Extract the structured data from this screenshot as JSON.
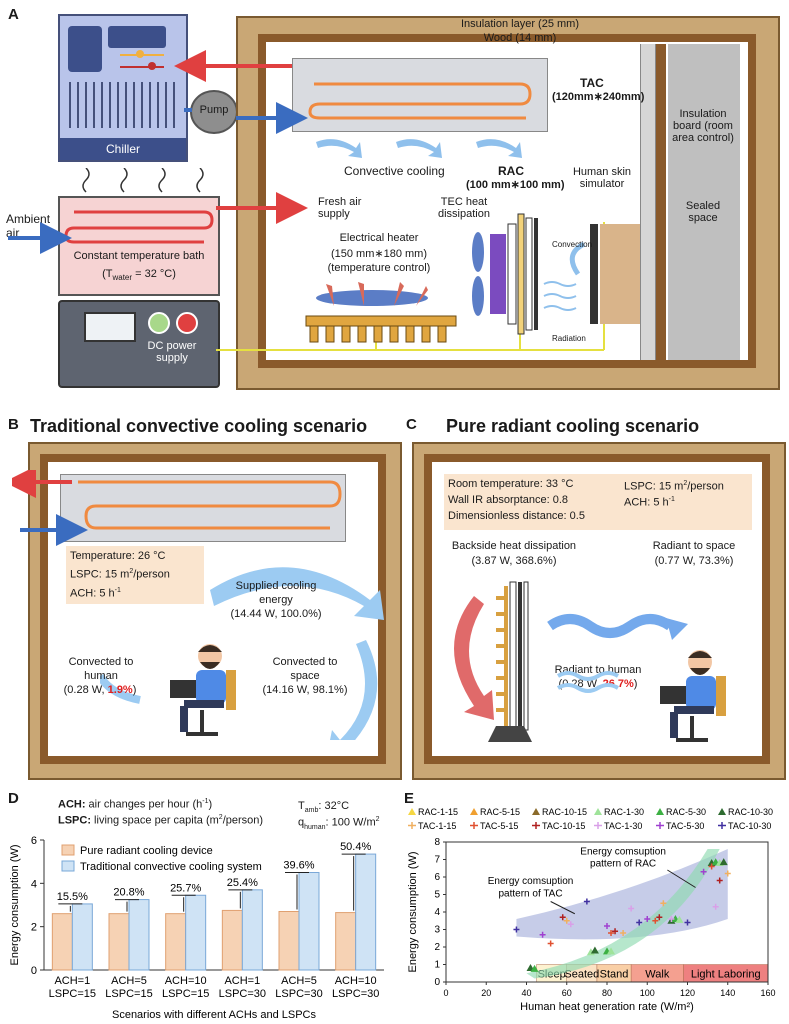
{
  "panel_a": {
    "label": "A",
    "insulation_layer": "Insulation layer (25 mm)",
    "wood": "Wood (14 mm)",
    "chiller": "Chiller",
    "pump": "Pump",
    "tac_name": "TAC",
    "tac_size": "(120mm∗240mm)",
    "convective_cooling": "Convective cooling",
    "rac_name": "RAC",
    "rac_size": "(100 mm∗100 mm)",
    "insulation_board": "Insulation board (room area control)",
    "sealed_space": "Sealed space",
    "ambient_air": "Ambient air",
    "fresh_air": "Fresh air supply",
    "bath": "Constant temperature bath",
    "bath_temp_prefix": "(T",
    "bath_temp_sub": "water",
    "bath_temp_suffix": " = 32 °C)",
    "tec": "TEC heat dissipation",
    "skin_simulator": "Human skin simulator",
    "heater": "Electrical heater",
    "heater_size": "(150 mm∗180 mm)",
    "heater_control": "(temperature control)",
    "convection": "Convection",
    "radiation": "Radiation",
    "dc_power": "DC power supply"
  },
  "panel_b": {
    "label": "B",
    "title": "Traditional convective cooling scenario",
    "temperature": "Temperature: 26 °C",
    "lspc_prefix": "LSPC: 15 m",
    "lspc_suffix": "/person",
    "ach_prefix": "ACH: 5 h",
    "supplied_1": "Supplied cooling",
    "supplied_2": "energy",
    "supplied_val": "(14.44 W, 100.0%)",
    "conv_space_1": "Convected to",
    "conv_space_2": "space",
    "conv_space_val": "(14.16 W, 98.1%)",
    "conv_human_1": "Convected to",
    "conv_human_2": "human",
    "conv_human_val_a": "(0.28 W, ",
    "conv_human_val_b": "1.9%",
    "conv_human_val_c": ")"
  },
  "panel_c": {
    "label": "C",
    "title": "Pure radiant cooling scenario",
    "room_temp": "Room temperature: 33 °C",
    "wall_ir": "Wall IR absorptance: 0.8",
    "distance": "Dimensionless distance: 0.5",
    "lspc_prefix": "LSPC: 15 m",
    "lspc_suffix": "/person",
    "ach_prefix": "ACH: 5 h",
    "backside_1": "Backside heat dissipation",
    "backside_val": "(3.87 W, 368.6%)",
    "rad_space_1": "Radiant to space",
    "rad_space_val": "(0.77 W, 73.3%)",
    "rad_human_1": "Radiant to human",
    "rad_human_val_a": "(0.28 W, ",
    "rad_human_val_b": "26.7%",
    "rad_human_val_c": ")"
  },
  "panel_d": {
    "label": "D",
    "ach_def_key": "ACH:",
    "ach_def": " air changes per hour (h",
    "ach_def_end": ")",
    "lspc_def_key": "LSPC:",
    "lspc_def": " living space per capita (m",
    "lspc_def_end": "/person)",
    "tamb_prefix": "T",
    "tamb_sub": "amb",
    "tamb_val": ":  32°C",
    "qhuman_prefix": "q",
    "qhuman_sub": "human",
    "qhuman_val": ": 100 W/m"
  },
  "panel_e": {
    "label": "E",
    "rac_pattern_1": "Energy comsuption",
    "rac_pattern_2": "pattern of RAC",
    "tac_pattern_1": "Energy comsuption",
    "tac_pattern_2": "pattern of TAC",
    "activities": [
      "Sleep",
      "Seated",
      "Stand",
      "Walk",
      "Light Laboring"
    ]
  },
  "chart_data": [
    {
      "type": "bar",
      "categories": [
        "ACH=1 LSPC=15",
        "ACH=5 LSPC=15",
        "ACH=10 LSPC=15",
        "ACH=1 LSPC=30",
        "ACH=5 LSPC=30",
        "ACH=10 LSPC=30"
      ],
      "category_lines": [
        [
          "ACH=1",
          "LSPC=15"
        ],
        [
          "ACH=5",
          "LSPC=15"
        ],
        [
          "ACH=10",
          "LSPC=15"
        ],
        [
          "ACH=1",
          "LSPC=30"
        ],
        [
          "ACH=5",
          "LSPC=30"
        ],
        [
          "ACH=10",
          "LSPC=30"
        ]
      ],
      "series": [
        {
          "name": "Pure radiant cooling device",
          "values": [
            2.6,
            2.6,
            2.6,
            2.75,
            2.7,
            2.65
          ],
          "color": "#f6d2b4"
        },
        {
          "name": "Traditional convective cooling system",
          "values": [
            3.05,
            3.25,
            3.45,
            3.7,
            4.5,
            5.35
          ],
          "color": "#cfe3f5"
        }
      ],
      "annotations": [
        "15.5%",
        "20.8%",
        "25.7%",
        "25.4%",
        "39.6%",
        "50.4%"
      ],
      "xlabel": "Scenarios with different ACHs and LSPCs",
      "ylabel": "Energy consumption (W)",
      "ylim": [
        0,
        6
      ],
      "yticks": [
        "0",
        "2",
        "4",
        "6"
      ]
    },
    {
      "type": "scatter",
      "xlabel": "Human heat generation rate (W/m²)",
      "ylabel": "Energy consumption (W)",
      "xlim": [
        0,
        160
      ],
      "ylim": [
        0,
        8
      ],
      "xticks": [
        "0",
        "20",
        "40",
        "60",
        "80",
        "100",
        "120",
        "140",
        "160"
      ],
      "yticks": [
        "0",
        "1",
        "2",
        "3",
        "4",
        "5",
        "6",
        "7",
        "8"
      ],
      "legend": [
        {
          "name": "RAC-1-15",
          "color": "#f5d742",
          "marker": "triangle"
        },
        {
          "name": "RAC-5-15",
          "color": "#f0a030",
          "marker": "triangle"
        },
        {
          "name": "RAC-10-15",
          "color": "#8a6a2a",
          "marker": "triangle"
        },
        {
          "name": "RAC-1-30",
          "color": "#9fe39a",
          "marker": "triangle"
        },
        {
          "name": "RAC-5-30",
          "color": "#3cb043",
          "marker": "triangle"
        },
        {
          "name": "RAC-10-30",
          "color": "#2e6b30",
          "marker": "triangle"
        },
        {
          "name": "TAC-1-15",
          "color": "#f0b060",
          "marker": "plus"
        },
        {
          "name": "TAC-5-15",
          "color": "#e05030",
          "marker": "plus"
        },
        {
          "name": "TAC-10-15",
          "color": "#b02020",
          "marker": "plus"
        },
        {
          "name": "TAC-1-30",
          "color": "#d9a0e8",
          "marker": "plus"
        },
        {
          "name": "TAC-5-30",
          "color": "#a040d0",
          "marker": "plus"
        },
        {
          "name": "TAC-10-30",
          "color": "#4030a0",
          "marker": "plus"
        }
      ],
      "rac_points": [
        [
          42,
          0.8
        ],
        [
          44,
          0.75
        ],
        [
          72,
          1.7
        ],
        [
          74,
          1.8
        ],
        [
          80,
          1.75
        ],
        [
          82,
          1.75
        ],
        [
          112,
          3.5
        ],
        [
          114,
          3.6
        ],
        [
          116,
          3.55
        ],
        [
          132,
          6.8
        ],
        [
          134,
          6.85
        ],
        [
          136,
          6.8
        ],
        [
          138,
          6.85
        ]
      ],
      "tac_points": [
        [
          35,
          3.0
        ],
        [
          48,
          2.7
        ],
        [
          52,
          2.2
        ],
        [
          58,
          3.7
        ],
        [
          60,
          3.5
        ],
        [
          62,
          3.3
        ],
        [
          70,
          4.6
        ],
        [
          80,
          3.2
        ],
        [
          82,
          2.8
        ],
        [
          84,
          2.9
        ],
        [
          88,
          2.8
        ],
        [
          92,
          4.2
        ],
        [
          96,
          3.4
        ],
        [
          100,
          3.6
        ],
        [
          104,
          3.5
        ],
        [
          106,
          3.7
        ],
        [
          108,
          4.5
        ],
        [
          112,
          3.6
        ],
        [
          120,
          3.4
        ],
        [
          128,
          6.3
        ],
        [
          132,
          6.6
        ],
        [
          136,
          5.8
        ],
        [
          140,
          6.2
        ],
        [
          134,
          4.3
        ]
      ],
      "activity_bands": [
        {
          "name": "Sleep",
          "from": 45,
          "to": 60,
          "color": "#fdf2d0"
        },
        {
          "name": "Seated",
          "from": 60,
          "to": 75,
          "color": "#fce2c4"
        },
        {
          "name": "Stand",
          "from": 75,
          "to": 92,
          "color": "#f9cfa6"
        },
        {
          "name": "Walk",
          "from": 92,
          "to": 118,
          "color": "#f4a090"
        },
        {
          "name": "Light Laboring",
          "from": 118,
          "to": 160,
          "color": "#ee8080"
        }
      ]
    }
  ]
}
